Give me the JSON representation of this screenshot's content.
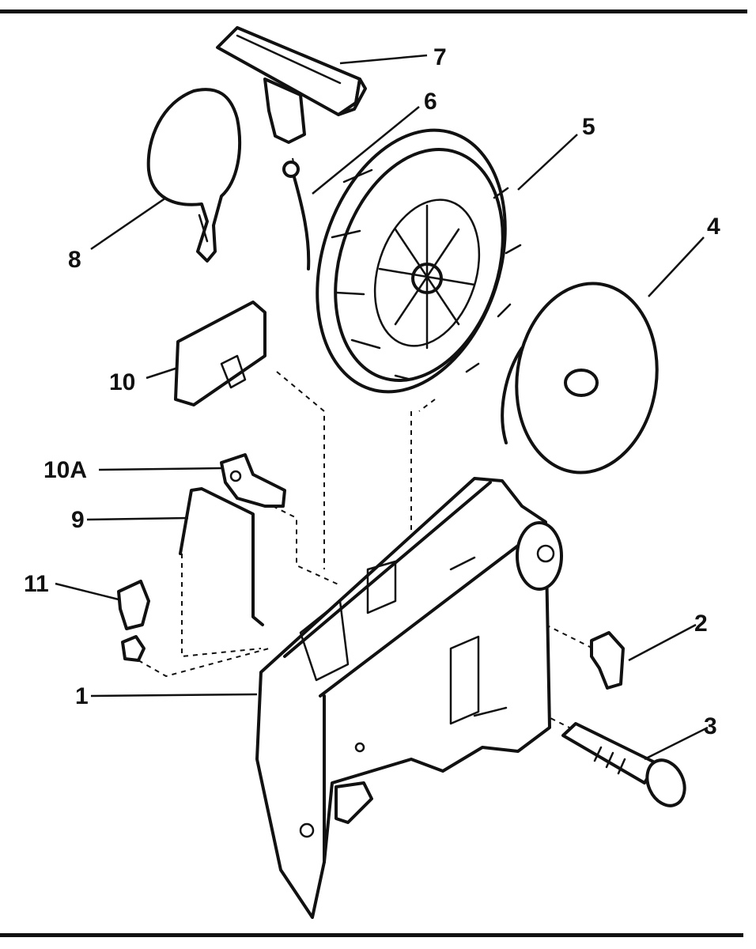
{
  "diagram": {
    "callouts": [
      {
        "id": "1",
        "text": "1"
      },
      {
        "id": "2",
        "text": "2"
      },
      {
        "id": "3",
        "text": "3"
      },
      {
        "id": "4",
        "text": "4"
      },
      {
        "id": "5",
        "text": "5"
      },
      {
        "id": "6",
        "text": "6"
      },
      {
        "id": "7",
        "text": "7"
      },
      {
        "id": "8",
        "text": "8"
      },
      {
        "id": "9",
        "text": "9"
      },
      {
        "id": "10",
        "text": "10"
      },
      {
        "id": "10A",
        "text": "10A"
      },
      {
        "id": "11",
        "text": "11"
      }
    ]
  },
  "colors": {
    "ink": "#111111",
    "paper": "#ffffff"
  }
}
